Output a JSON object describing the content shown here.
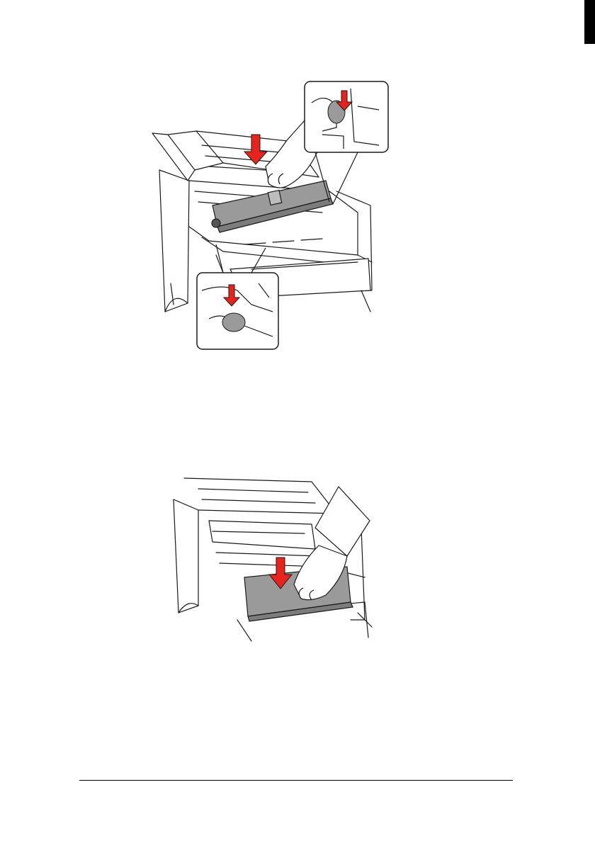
{
  "page": {
    "edge_marker_color": "#000000",
    "arrow_color": "#e8231e",
    "part_gray": "#9a9a9a",
    "line_color": "#1a1a1a"
  },
  "figures": [
    {
      "icon": "printer-open-cover-toner-insert-illustration",
      "callouts": 2
    },
    {
      "icon": "printer-toner-push-down-illustration",
      "callouts": 0
    }
  ]
}
